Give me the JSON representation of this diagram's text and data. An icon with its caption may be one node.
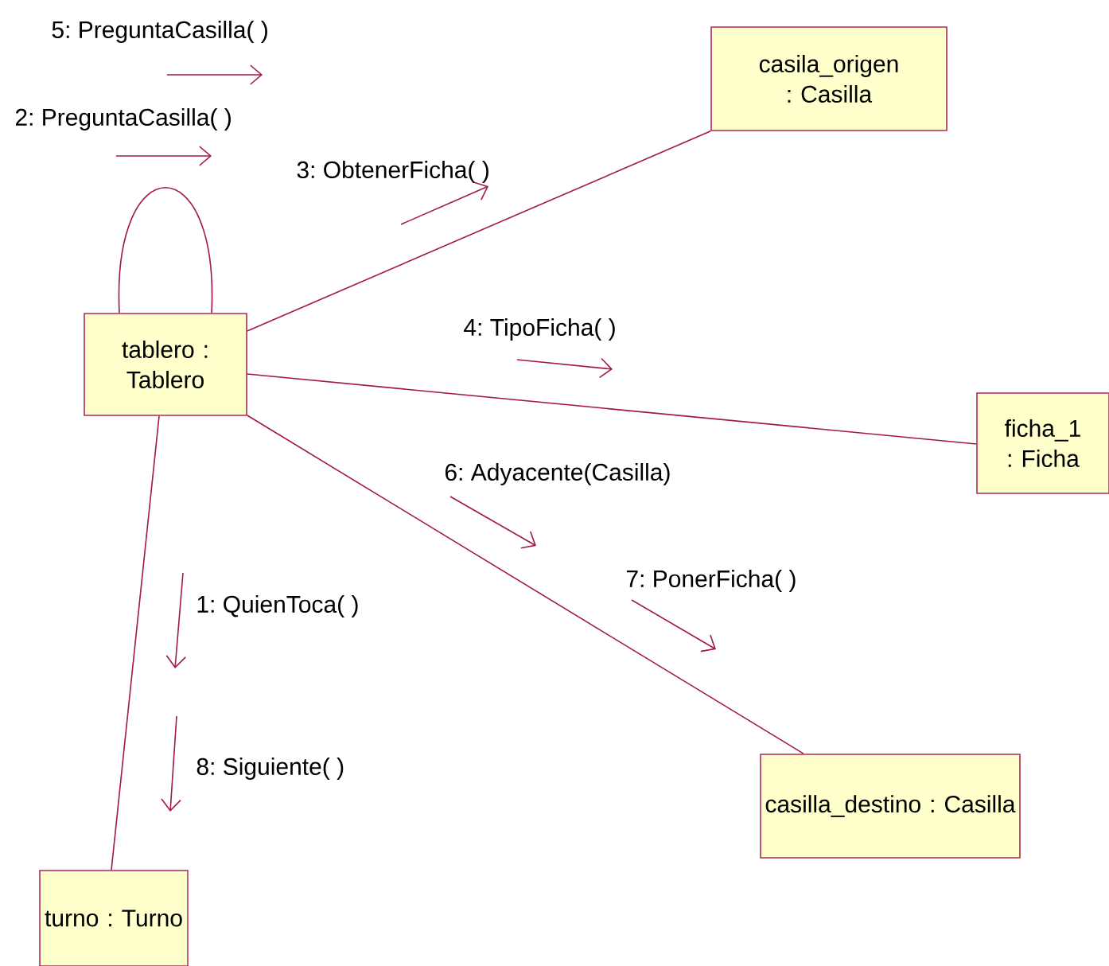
{
  "diagram": {
    "nodes": [
      {
        "text": [
          "casila_origen : Casilla"
        ]
      },
      {
        "text": [
          "tablero : Tablero"
        ]
      },
      {
        "text": [
          "ficha_1 : Ficha"
        ]
      },
      {
        "text": [
          "casilla_destino : Casilla"
        ]
      },
      {
        "text": [
          "turno : Turno"
        ]
      }
    ],
    "edges": [
      {
        "from": 1,
        "to": 1,
        "arrow": "none"
      },
      {
        "from": 1,
        "to": 0,
        "arrow": "none"
      },
      {
        "from": 1,
        "to": 2,
        "arrow": "none"
      },
      {
        "from": 1,
        "to": 3,
        "arrow": "none"
      },
      {
        "from": 1,
        "to": 4,
        "arrow": "none"
      }
    ],
    "labels": [
      "5: PreguntaCasilla( )",
      "2: PreguntaCasilla( )",
      "3: ObtenerFicha( )",
      "4: TipoFicha( )",
      "6: Adyacente(Casilla)",
      "7: PonerFicha( )",
      "1: QuienToca( )",
      "8: Siguiente( )"
    ]
  }
}
